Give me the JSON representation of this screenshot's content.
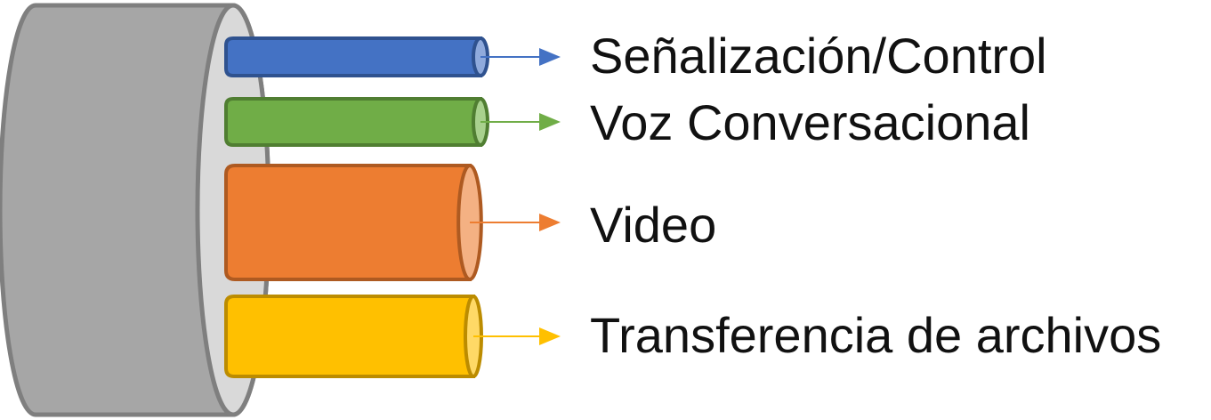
{
  "channels": [
    {
      "label": "Señalización/Control",
      "fill": "#4472C4",
      "stroke": "#2F528F",
      "end_fill": "#8FAADC"
    },
    {
      "label": "Voz Conversacional",
      "fill": "#70AD47",
      "stroke": "#507E32",
      "end_fill": "#A9D18E"
    },
    {
      "label": "Video",
      "fill": "#ED7D31",
      "stroke": "#AE5A21",
      "end_fill": "#F4B183"
    },
    {
      "label": "Transferencia de archivos",
      "fill": "#FFC000",
      "stroke": "#BC8C00",
      "end_fill": "#FFD966"
    }
  ],
  "cable": {
    "body_fill": "#A6A6A6",
    "face_fill": "#D9D9D9",
    "stroke": "#7F7F7F"
  }
}
